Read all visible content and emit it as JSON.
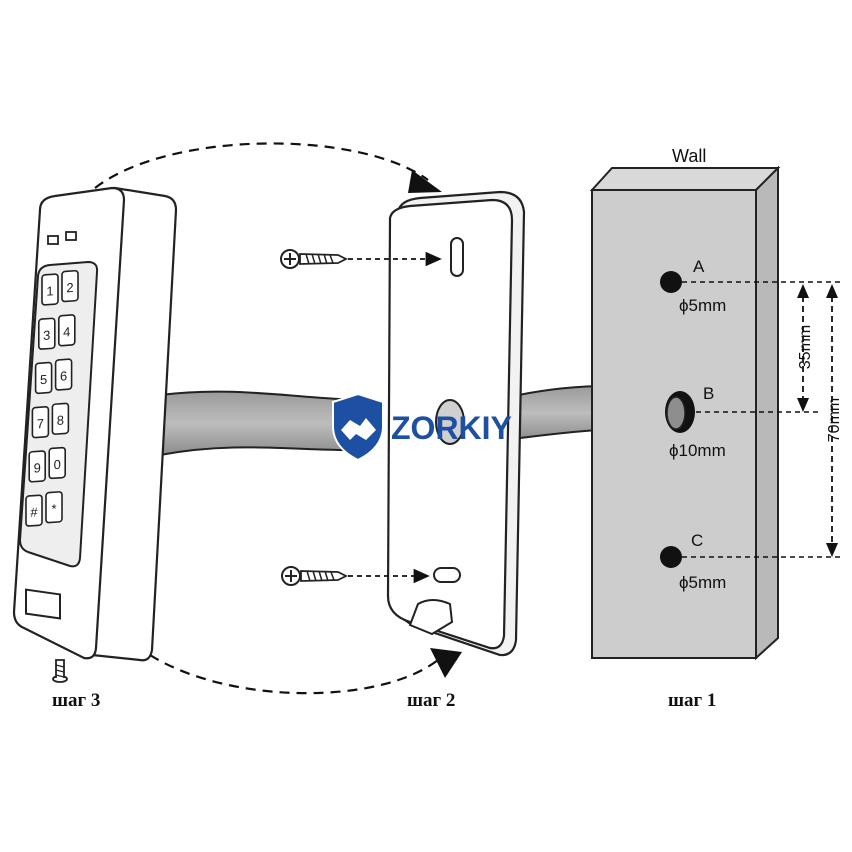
{
  "wall": {
    "label": "Wall"
  },
  "holes": [
    {
      "letter": "A",
      "diameter": "ϕ5mm"
    },
    {
      "letter": "B",
      "diameter": "ϕ10mm"
    },
    {
      "letter": "C",
      "diameter": "ϕ5mm"
    }
  ],
  "dimensions": {
    "ab": "35mm",
    "ac": "70mm"
  },
  "steps": {
    "step1": "шаг 1",
    "step2": "шаг 2",
    "step3": "шаг 3"
  },
  "keypad": {
    "keys": [
      "1",
      "2",
      "3",
      "4",
      "5",
      "6",
      "7",
      "8",
      "9",
      "0",
      "#",
      "*"
    ]
  },
  "watermark": {
    "text": "ZORKIY",
    "color": "#1d4fa3"
  }
}
